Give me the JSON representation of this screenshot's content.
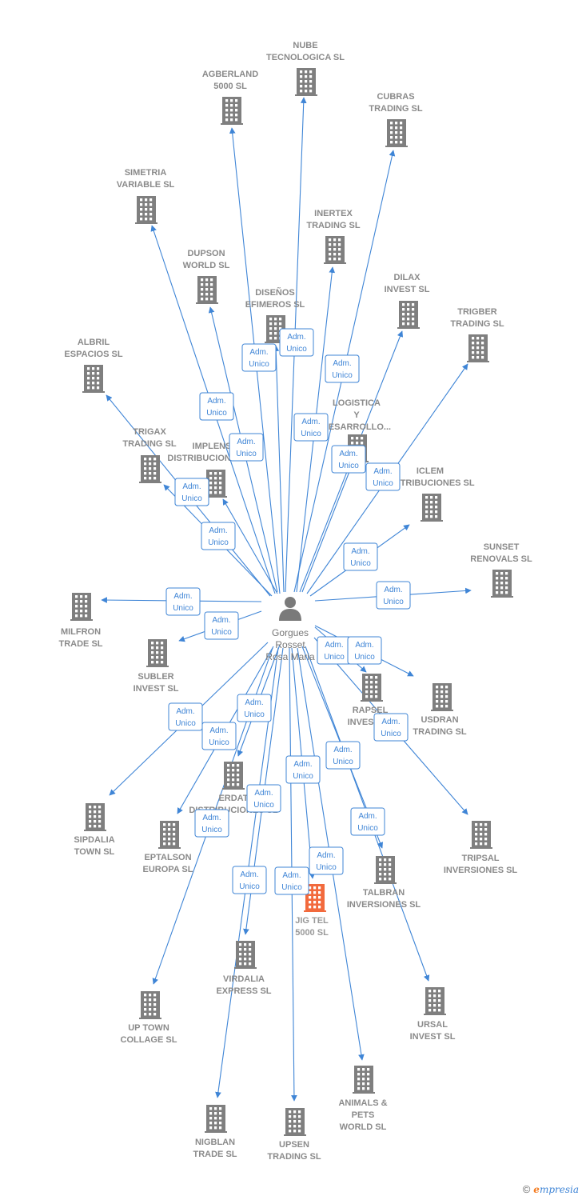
{
  "center": {
    "lines": [
      "Gorgues",
      "Rosset",
      "Rosa Maria"
    ]
  },
  "relation_label": [
    "Adm.",
    "Unico"
  ],
  "colors": {
    "edge": "#3f85d6",
    "building": "#7f7f7f",
    "highlight": "#f26a3d"
  },
  "companies": [
    {
      "id": "nube",
      "lines": [
        "NUBE",
        "TECNOLOGICA SL"
      ]
    },
    {
      "id": "agberland",
      "lines": [
        "AGBERLAND",
        "5000 SL"
      ]
    },
    {
      "id": "cubras",
      "lines": [
        "CUBRAS",
        "TRADING SL"
      ]
    },
    {
      "id": "simetria",
      "lines": [
        "SIMETRIA",
        "VARIABLE SL"
      ]
    },
    {
      "id": "inertex",
      "lines": [
        "INERTEX",
        "TRADING SL"
      ]
    },
    {
      "id": "dupson",
      "lines": [
        "DUPSON",
        "WORLD SL"
      ]
    },
    {
      "id": "disenos",
      "lines": [
        "DISEÑOS",
        "EFIMEROS SL"
      ]
    },
    {
      "id": "dilax",
      "lines": [
        "DILAX",
        "INVEST SL"
      ]
    },
    {
      "id": "trigber",
      "lines": [
        "TRIGBER",
        "TRADING SL"
      ]
    },
    {
      "id": "albril",
      "lines": [
        "ALBRIL",
        "ESPACIOS SL"
      ]
    },
    {
      "id": "logistica",
      "lines": [
        "LOGISTICA",
        "Y",
        "DESARROLLO..."
      ]
    },
    {
      "id": "trigax",
      "lines": [
        "TRIGAX",
        "TRADING SL"
      ]
    },
    {
      "id": "implens",
      "lines": [
        "IMPLENS",
        "DISTRIBUCIONES SL"
      ]
    },
    {
      "id": "iclem",
      "lines": [
        "ICLEM",
        "DISTRIBUCIONES SL"
      ]
    },
    {
      "id": "sunset",
      "lines": [
        "SUNSET",
        "RENOVALS SL"
      ]
    },
    {
      "id": "milfron",
      "lines": [
        "MILFRON",
        "TRADE SL"
      ]
    },
    {
      "id": "subler",
      "lines": [
        "SUBLER",
        "INVEST SL"
      ]
    },
    {
      "id": "rapsel",
      "lines": [
        "RAPSEL",
        "INVEST SL"
      ]
    },
    {
      "id": "usdran",
      "lines": [
        "USDRAN",
        "TRADING SL"
      ]
    },
    {
      "id": "erdat",
      "lines": [
        "ERDAT",
        "DISTRIBUCIONES SL"
      ]
    },
    {
      "id": "sipdalia",
      "lines": [
        "SIPDALIA",
        "TOWN SL"
      ]
    },
    {
      "id": "eptalson",
      "lines": [
        "EPTALSON",
        "EUROPA SL"
      ]
    },
    {
      "id": "tripsal",
      "lines": [
        "TRIPSAL",
        "INVERSIONES SL"
      ]
    },
    {
      "id": "talbran",
      "lines": [
        "TALBRAN",
        "INVERSIONES SL"
      ]
    },
    {
      "id": "jig",
      "lines": [
        "JIG TEL",
        "5000  SL"
      ],
      "highlight": true
    },
    {
      "id": "virdalia",
      "lines": [
        "VIRDALIA",
        "EXPRESS SL"
      ]
    },
    {
      "id": "ursal",
      "lines": [
        "URSAL",
        "INVEST SL"
      ]
    },
    {
      "id": "uptown",
      "lines": [
        "UP TOWN",
        "COLLAGE SL"
      ]
    },
    {
      "id": "animals",
      "lines": [
        "ANIMALS &",
        "PETS",
        "WORLD SL"
      ]
    },
    {
      "id": "nigblan",
      "lines": [
        "NIGBLAN",
        "TRADE SL"
      ]
    },
    {
      "id": "upsen",
      "lines": [
        "UPSEN",
        "TRADING SL"
      ]
    }
  ],
  "footer": {
    "symbol": "©",
    "brand_first": "e",
    "brand_rest": "mpresia"
  }
}
